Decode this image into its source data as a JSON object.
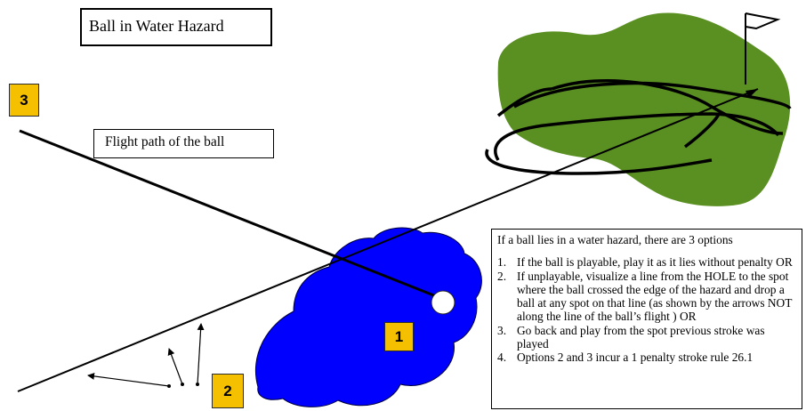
{
  "diagram": {
    "title": "Ball in Water Hazard",
    "flight_label": "Flight path of the ball",
    "markers": {
      "three": "3",
      "one": "1",
      "two": "2"
    },
    "info": {
      "intro": "If a ball lies in a water hazard, there are 3 options",
      "options": [
        {
          "num": "1.",
          "text": "If the ball is playable, play it as it lies without penalty OR"
        },
        {
          "num": "2.",
          "text": "If unplayable, visualize a line from the HOLE to the spot where the ball crossed the edge of the hazard and drop a ball at any spot on that line (as shown by the arrows NOT along the line of the ball’s flight ) OR"
        },
        {
          "num": "3.",
          "text": "Go back and play from the spot previous stroke was played"
        },
        {
          "num": "4.",
          "text": "Options 2 and 3 incur a 1 penalty stroke rule 26.1"
        }
      ]
    },
    "colors": {
      "water": "#0000ff",
      "green": "#5a8f22",
      "marker": "#f5c000",
      "line": "#000000"
    }
  }
}
